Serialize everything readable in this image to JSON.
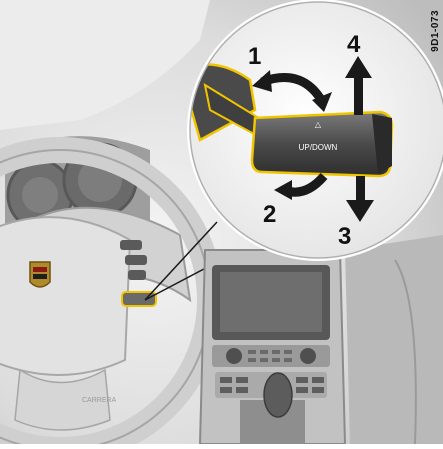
{
  "figure_code": "9D1-073",
  "lever_label": "UP/DOWN",
  "lever_arrow_glyph": "△",
  "steps": [
    {
      "number": "1",
      "direction": "pull-back-rotate"
    },
    {
      "number": "2",
      "direction": "push-forward-rotate"
    },
    {
      "number": "3",
      "direction": "down"
    },
    {
      "number": "4",
      "direction": "up"
    }
  ],
  "brand_text": "CARRERA",
  "colors": {
    "highlight": "#f1c400",
    "arrow": "#1a1a1a",
    "interior_light": "#e6e6e6",
    "interior_mid": "#c9c9c9",
    "interior_dark": "#8f8f8f"
  }
}
